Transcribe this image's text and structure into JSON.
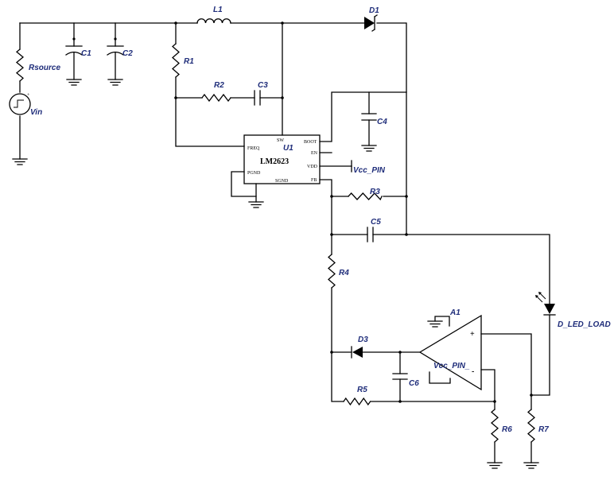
{
  "labels": {
    "L1": "L1",
    "D1": "D1",
    "Rsource": "Rsource",
    "Vin": "Vin",
    "C1": "C1",
    "C2": "C2",
    "R1": "R1",
    "R2": "R2",
    "C3": "C3",
    "C4": "C4",
    "U1": "U1",
    "Vcc_PIN": "Vcc_PIN",
    "R3": "R3",
    "C5": "C5",
    "R4": "R4",
    "D_LED_LOAD": "D_LED_LOAD",
    "A1": "A1",
    "D3": "D3",
    "Vcc_PIN_": "Vcc_PIN_",
    "C6": "C6",
    "R5": "R5",
    "R6": "R6",
    "R7": "R7"
  },
  "ic": {
    "part": "LM2623",
    "pins": {
      "sw": "SW",
      "boot": "BOOT",
      "freq": "FREQ",
      "en": "EN",
      "vdd": "VDD",
      "pgnd": "PGND",
      "sgnd": "SGND",
      "fb": "FB"
    }
  },
  "opamp": {
    "plus": "+",
    "minus": "-"
  },
  "source_polarity": "+"
}
